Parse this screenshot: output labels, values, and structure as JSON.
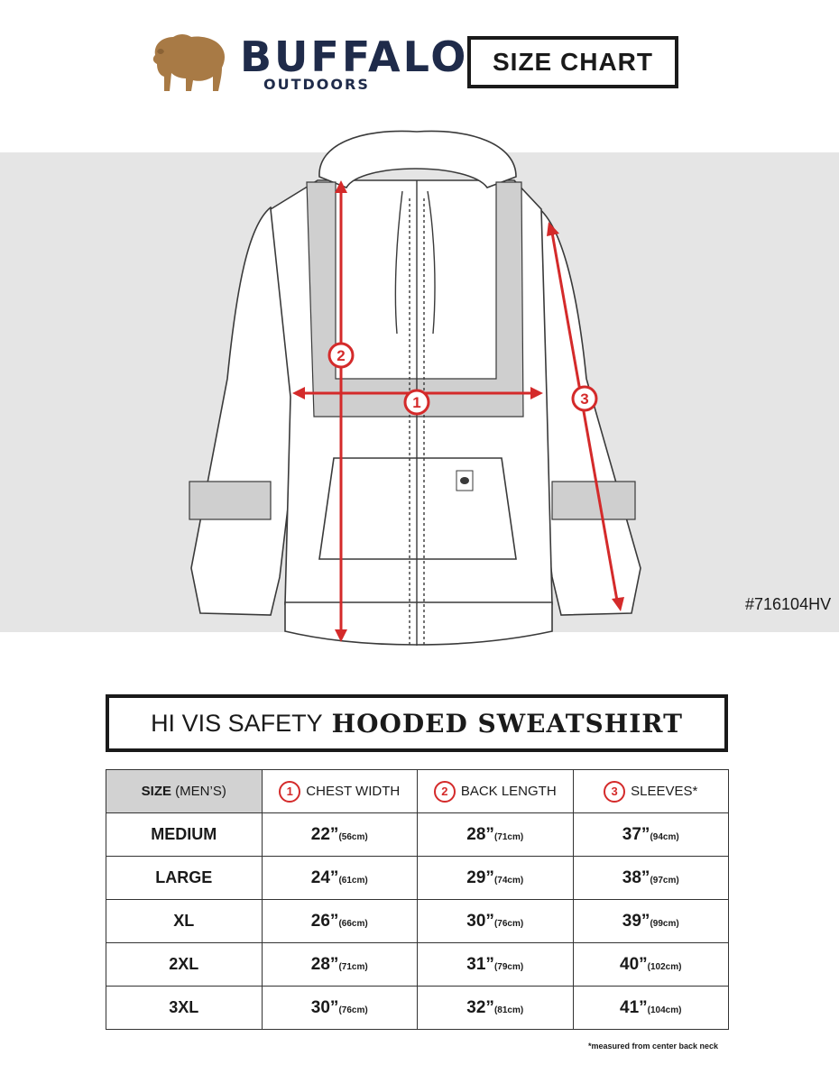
{
  "header": {
    "brand_top": "BUFFALO",
    "brand_bottom": "OUTDOORS",
    "badge": "SIZE CHART",
    "bison_color": "#a87a45",
    "brand_color": "#1f2b4a"
  },
  "diagram": {
    "markers": [
      "1",
      "2",
      "3"
    ],
    "marker_color": "#d42a2a",
    "sku": "#716104HV"
  },
  "product": {
    "title_light": "HI VIS SAFETY",
    "title_bold": "HOODED SWEATSHIRT"
  },
  "table": {
    "size_head_bold": "SIZE",
    "size_head_light": "(MEN’S)",
    "columns": [
      {
        "num": "1",
        "label": "CHEST WIDTH"
      },
      {
        "num": "2",
        "label": "BACK LENGTH"
      },
      {
        "num": "3",
        "label": "SLEEVES*"
      }
    ],
    "rows": [
      {
        "size": "MEDIUM",
        "cells": [
          {
            "in": "22”",
            "cm": "(56cm)"
          },
          {
            "in": "28”",
            "cm": "(71cm)"
          },
          {
            "in": "37”",
            "cm": "(94cm)"
          }
        ]
      },
      {
        "size": "LARGE",
        "cells": [
          {
            "in": "24”",
            "cm": "(61cm)"
          },
          {
            "in": "29”",
            "cm": "(74cm)"
          },
          {
            "in": "38”",
            "cm": "(97cm)"
          }
        ]
      },
      {
        "size": "XL",
        "cells": [
          {
            "in": "26”",
            "cm": "(66cm)"
          },
          {
            "in": "30”",
            "cm": "(76cm)"
          },
          {
            "in": "39”",
            "cm": "(99cm)"
          }
        ]
      },
      {
        "size": "2XL",
        "cells": [
          {
            "in": "28”",
            "cm": "(71cm)"
          },
          {
            "in": "31”",
            "cm": "(79cm)"
          },
          {
            "in": "40”",
            "cm": "(102cm)"
          }
        ]
      },
      {
        "size": "3XL",
        "cells": [
          {
            "in": "30”",
            "cm": "(76cm)"
          },
          {
            "in": "32”",
            "cm": "(81cm)"
          },
          {
            "in": "41”",
            "cm": "(104cm)"
          }
        ]
      }
    ]
  },
  "footnote": "*measured from center back neck"
}
